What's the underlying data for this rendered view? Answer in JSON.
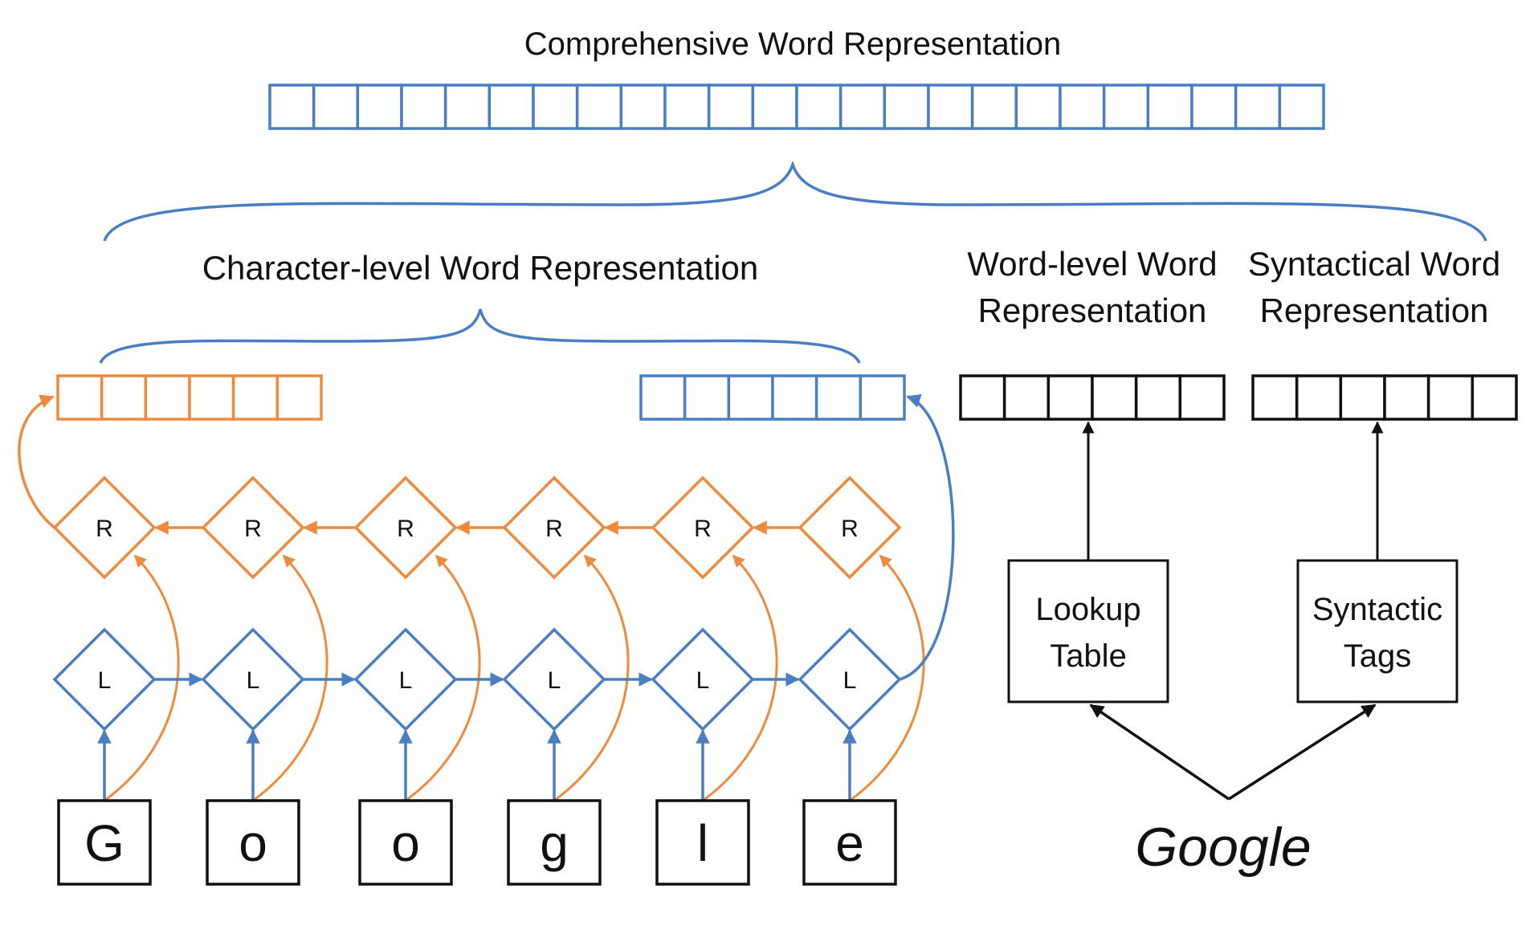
{
  "labels": {
    "comprehensive": "Comprehensive Word Representation",
    "char_level": "Character-level Word Representation",
    "word_level": [
      "Word-level Word",
      "Representation"
    ],
    "syntactical": [
      "Syntactical Word",
      "Representation"
    ],
    "lookup": [
      "Lookup",
      "Table"
    ],
    "syntactic_tags": [
      "Syntactic",
      "Tags"
    ],
    "word": "Google"
  },
  "characters": [
    "G",
    "o",
    "o",
    "g",
    "l",
    "e"
  ],
  "nodes": {
    "right": "R",
    "left": "L"
  },
  "vectors": {
    "comprehensive_cells": 24,
    "char_backward_cells": 6,
    "char_forward_cells": 6,
    "word_level_cells": 6,
    "syntactic_cells": 6
  },
  "colors": {
    "forward": "#4a7ec3",
    "backward": "#ee8a3e",
    "dark": "#111111",
    "comprehensive": "#4a7ec3"
  }
}
